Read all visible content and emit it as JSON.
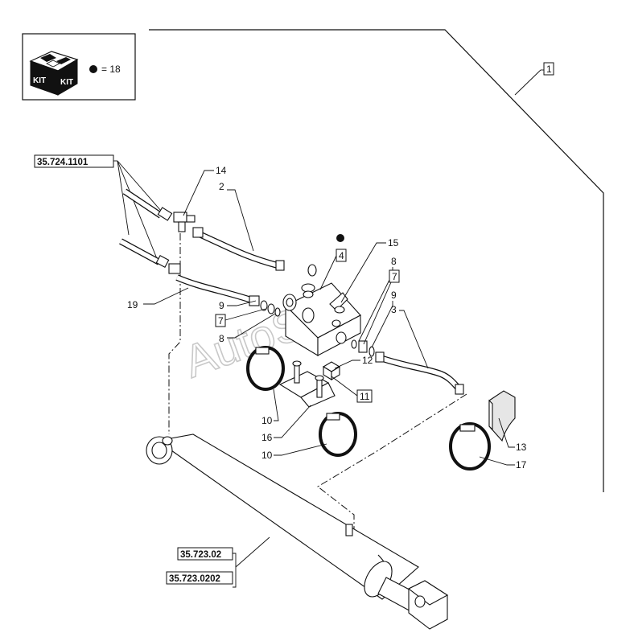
{
  "kit": {
    "box_text_left": "KIT",
    "box_text_right": "KIT",
    "legend_text": "= 18"
  },
  "watermark": "AutoSoft",
  "references": {
    "top_ref": "35.724.1101",
    "cyl_ref_1": "35.723.02",
    "cyl_ref_2": "35.723.0202"
  },
  "callouts": {
    "c1": "1",
    "c2": "2",
    "c3": "3",
    "c4": "4",
    "c7a": "7",
    "c7b": "7",
    "c8a": "8",
    "c8b": "8",
    "c9a": "9",
    "c9b": "9",
    "c10a": "10",
    "c10b": "10",
    "c11": "11",
    "c12": "12",
    "c13": "13",
    "c14": "14",
    "c15": "15",
    "c16": "16",
    "c17": "17",
    "c19": "19"
  }
}
